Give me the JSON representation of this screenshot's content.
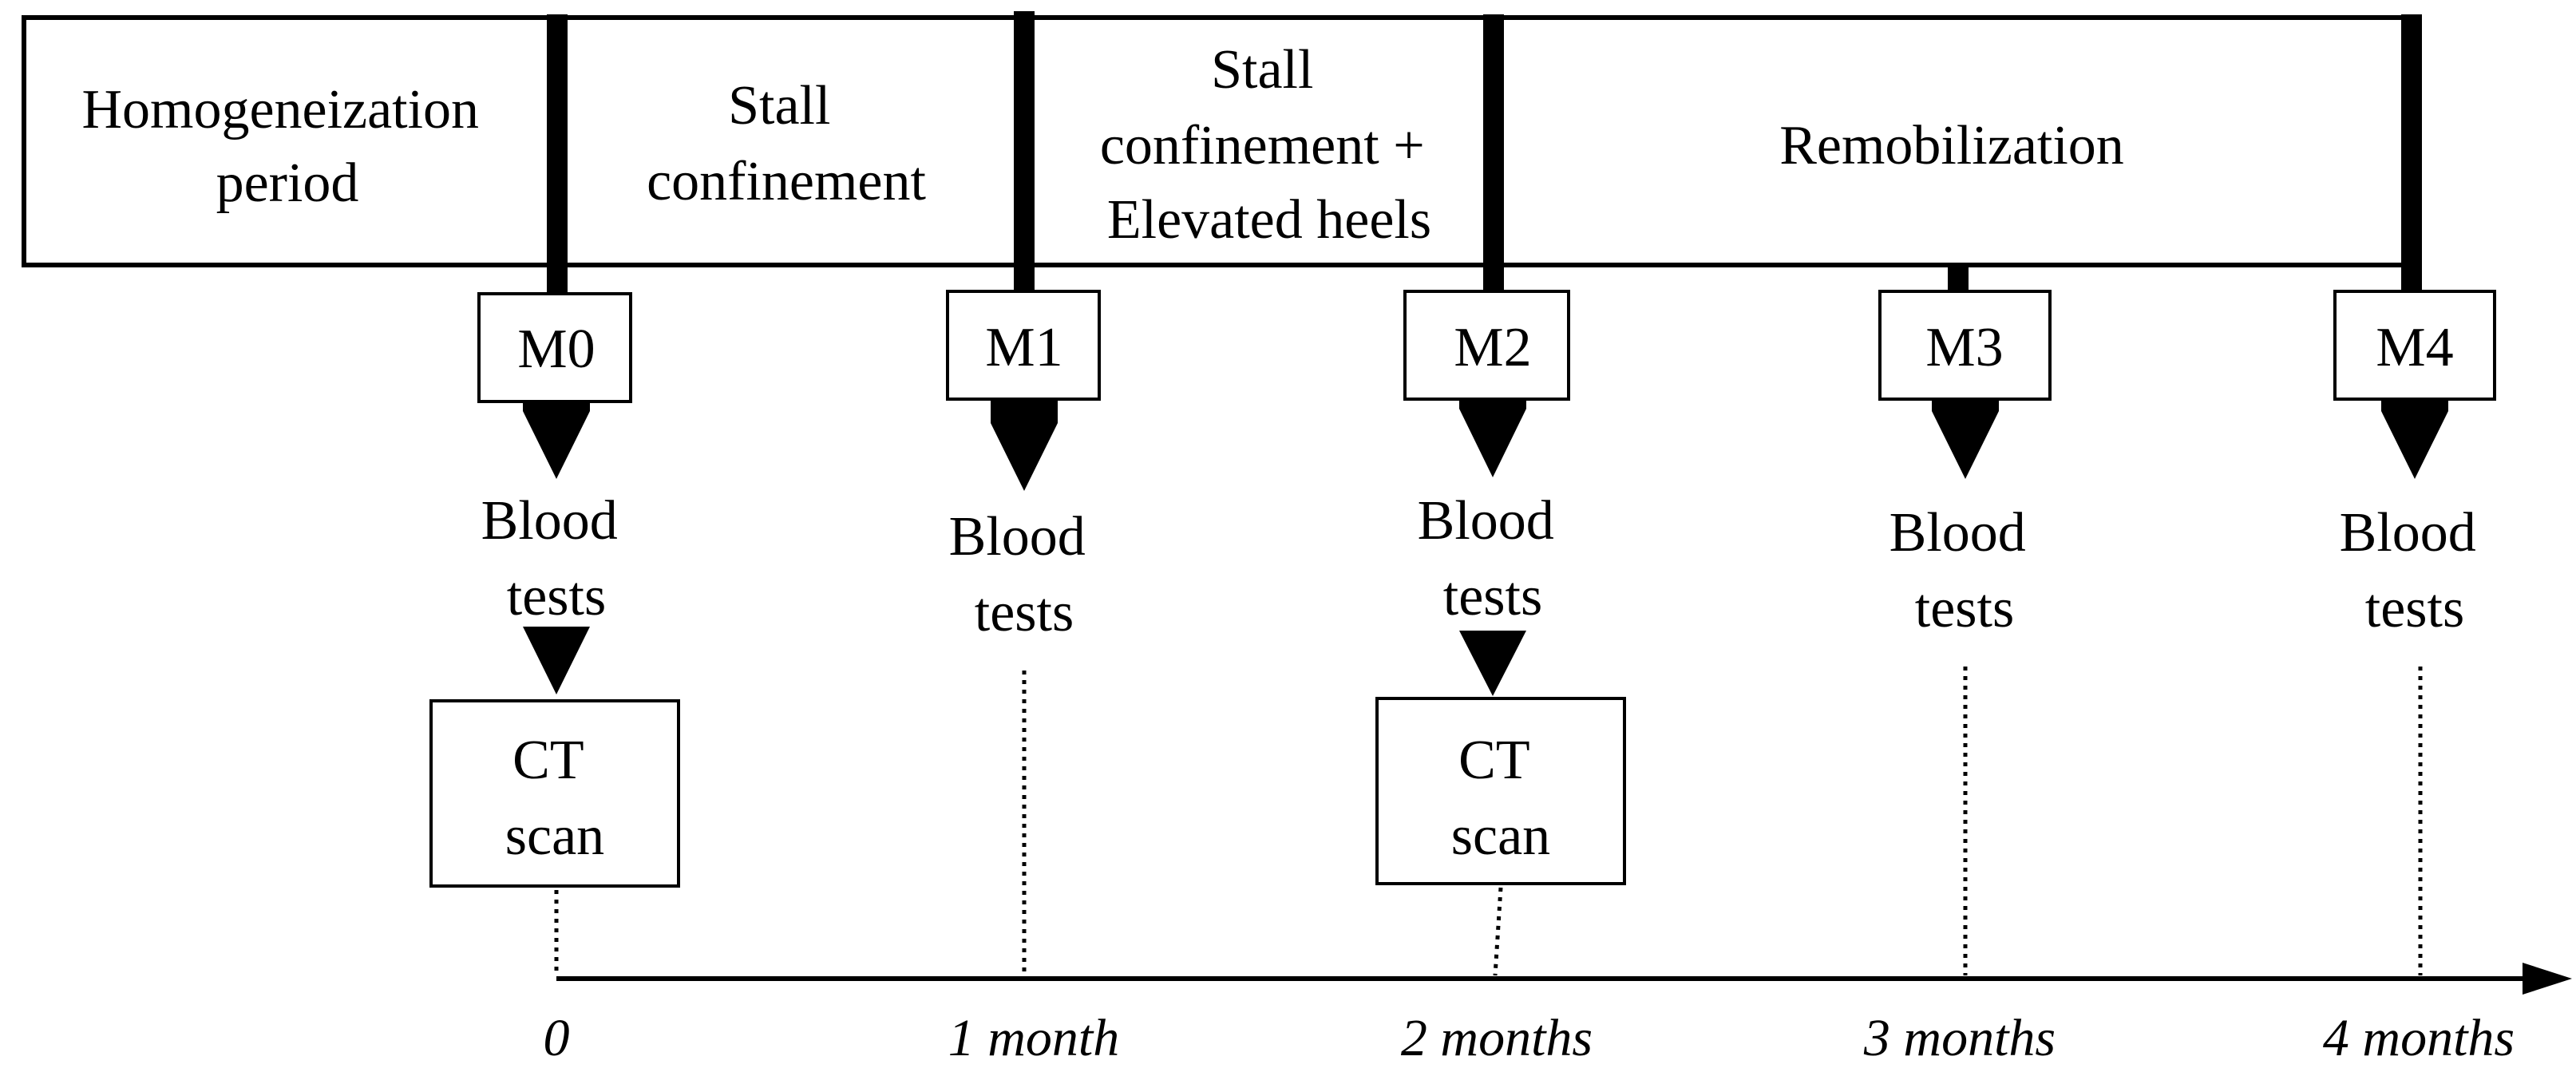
{
  "phases": [
    {
      "lines": [
        "Homogeneization",
        "period"
      ]
    },
    {
      "lines": [
        "Stall",
        "confinement"
      ]
    },
    {
      "lines": [
        "Stall",
        "confinement +",
        "Elevated heels"
      ]
    },
    {
      "lines": [
        "Remobilization"
      ]
    }
  ],
  "milestones": [
    {
      "label": "M0",
      "tests": [
        "Blood",
        "tests"
      ],
      "ct": [
        "CT",
        "scan"
      ],
      "time": "0"
    },
    {
      "label": "M1",
      "tests": [
        "Blood",
        "tests"
      ],
      "ct": null,
      "time": "1 month"
    },
    {
      "label": "M2",
      "tests": [
        "Blood",
        "tests"
      ],
      "ct": [
        "CT",
        "scan"
      ],
      "time": "2 months"
    },
    {
      "label": "M3",
      "tests": [
        "Blood",
        "tests"
      ],
      "ct": null,
      "time": "3 months"
    },
    {
      "label": "M4",
      "tests": [
        "Blood",
        "tests"
      ],
      "ct": null,
      "time": "4 months"
    }
  ],
  "colors": {
    "ink": "#000000",
    "background": "#ffffff"
  }
}
